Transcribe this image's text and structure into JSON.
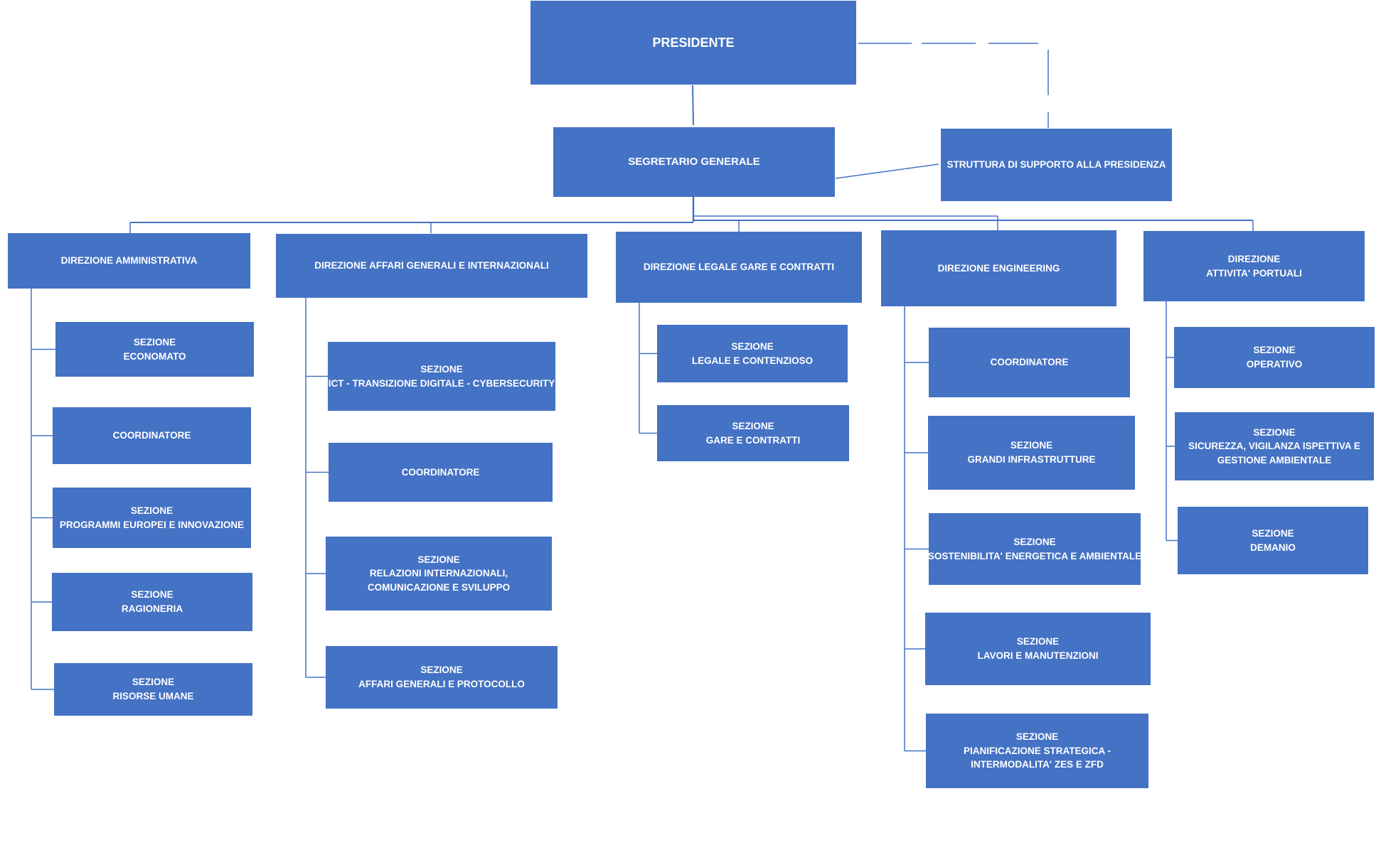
{
  "colors": {
    "box_fill": "#4472C4",
    "box_text": "#FFFFFF",
    "connector": "#4472C4",
    "background": "#FFFFFF"
  },
  "presidente": {
    "lines": [
      "PRESIDENTE"
    ]
  },
  "segretario": {
    "lines": [
      "SEGRETARIO GENERALE"
    ]
  },
  "supporto": {
    "lines": [
      "STRUTTURA DI SUPPORTO ALLA PRESIDENZA"
    ]
  },
  "dir_amm": {
    "title": [
      "DIREZIONE AMMINISTRATIVA"
    ],
    "sections": [
      [
        "SEZIONE",
        "ECONOMATO"
      ],
      [
        "COORDINATORE"
      ],
      [
        "SEZIONE",
        "PROGRAMMI EUROPEI E INNOVAZIONE"
      ],
      [
        "SEZIONE",
        "RAGIONERIA"
      ],
      [
        "SEZIONE",
        "RISORSE UMANE"
      ]
    ]
  },
  "dir_agi": {
    "title": [
      "DIREZIONE AFFARI GENERALI E INTERNAZIONALI"
    ],
    "sections": [
      [
        "SEZIONE",
        "ICT - TRANSIZIONE DIGITALE - CYBERSECURITY"
      ],
      [
        "COORDINATORE"
      ],
      [
        "SEZIONE",
        "RELAZIONI INTERNAZIONALI,",
        "COMUNICAZIONE E SVILUPPO"
      ],
      [
        "SEZIONE",
        "AFFARI GENERALI E PROTOCOLLO"
      ]
    ]
  },
  "dir_leg": {
    "title": [
      "DIREZIONE  LEGALE GARE E CONTRATTI"
    ],
    "sections": [
      [
        "SEZIONE",
        "LEGALE E CONTENZIOSO"
      ],
      [
        "SEZIONE",
        "GARE E CONTRATTI"
      ]
    ]
  },
  "dir_eng": {
    "title": [
      "DIREZIONE  ENGINEERING"
    ],
    "sections": [
      [
        "COORDINATORE"
      ],
      [
        "SEZIONE",
        "GRANDI INFRASTRUTTURE"
      ],
      [
        "SEZIONE",
        "SOSTENIBILITA' ENERGETICA E AMBIENTALE"
      ],
      [
        "SEZIONE",
        "LAVORI E MANUTENZIONI"
      ],
      [
        "SEZIONE",
        "PIANIFICAZIONE STRATEGICA -",
        "INTERMODALITA' ZES E ZFD"
      ]
    ]
  },
  "dir_port": {
    "title": [
      "DIREZIONE",
      "ATTIVITA' PORTUALI"
    ],
    "sections": [
      [
        "SEZIONE",
        "OPERATIVO"
      ],
      [
        "SEZIONE",
        "SICUREZZA, VIGILANZA ISPETTIVA E",
        "GESTIONE AMBIENTALE"
      ],
      [
        "SEZIONE",
        "DEMANIO"
      ]
    ]
  }
}
